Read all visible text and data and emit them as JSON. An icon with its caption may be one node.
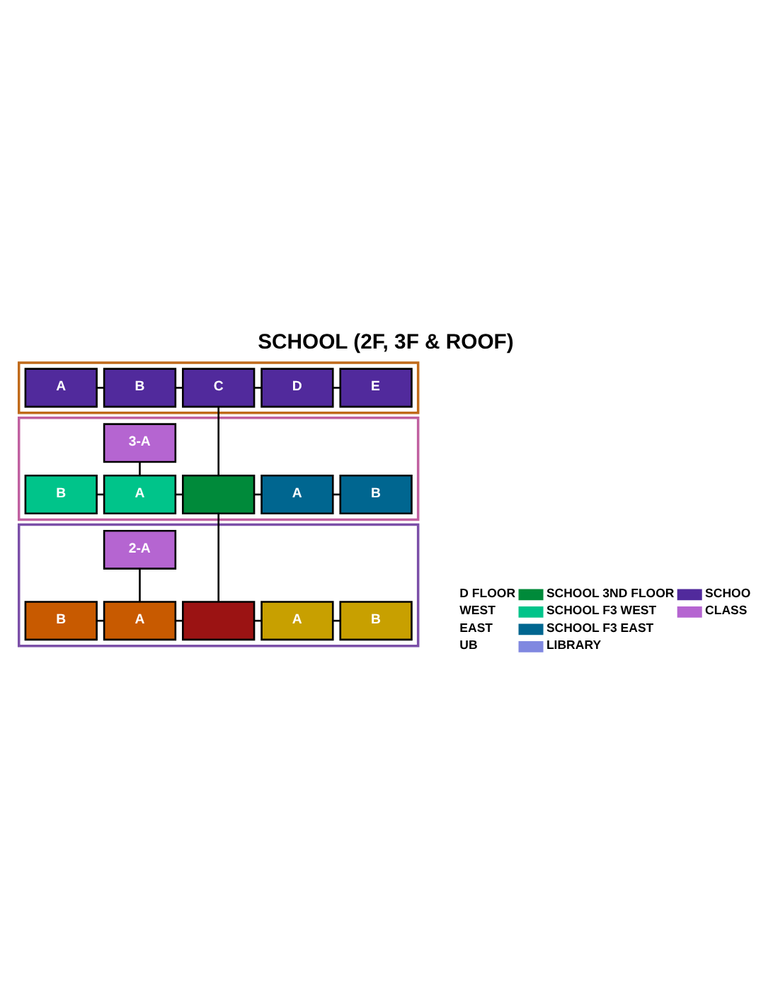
{
  "diagram": {
    "title": "SCHOOL (2F, 3F & ROOF)",
    "nodes": [
      {
        "text": [],
        "shape": "band"
      },
      {
        "text": [
          "A"
        ],
        "in": 0
      },
      {
        "text": [
          "B"
        ],
        "in": 0
      },
      {
        "text": [
          "C"
        ],
        "in": 0
      },
      {
        "text": [
          "D"
        ],
        "in": 0
      },
      {
        "text": [
          "E"
        ],
        "in": 0
      },
      {
        "text": [],
        "shape": "band"
      },
      {
        "text": [
          "3-A"
        ],
        "in": 6
      },
      {
        "text": [
          "B"
        ],
        "in": 6
      },
      {
        "text": [
          "A"
        ],
        "in": 6
      },
      {
        "text": [],
        "shape": "box",
        "in": 6
      },
      {
        "text": [
          "A"
        ],
        "in": 6
      },
      {
        "text": [
          "B"
        ],
        "in": 6
      },
      {
        "text": [],
        "shape": "band"
      },
      {
        "text": [
          "2-A"
        ],
        "in": 13
      },
      {
        "text": [
          "B"
        ],
        "in": 13
      },
      {
        "text": [
          "A"
        ],
        "in": 13
      },
      {
        "text": [],
        "shape": "box",
        "in": 13
      },
      {
        "text": [
          "A"
        ],
        "in": 13
      },
      {
        "text": [
          "B"
        ],
        "in": 13
      }
    ],
    "edges": [
      {
        "from": 1,
        "to": 2,
        "arrow": "none"
      },
      {
        "from": 2,
        "to": 3,
        "arrow": "none"
      },
      {
        "from": 3,
        "to": 4,
        "arrow": "none"
      },
      {
        "from": 4,
        "to": 5,
        "arrow": "none"
      },
      {
        "from": 3,
        "to": 10,
        "arrow": "none"
      },
      {
        "from": 7,
        "to": 9,
        "arrow": "none"
      },
      {
        "from": 8,
        "to": 9,
        "arrow": "none"
      },
      {
        "from": 9,
        "to": 10,
        "arrow": "none"
      },
      {
        "from": 10,
        "to": 11,
        "arrow": "none"
      },
      {
        "from": 11,
        "to": 12,
        "arrow": "none"
      },
      {
        "from": 10,
        "to": 17,
        "arrow": "none"
      },
      {
        "from": 14,
        "to": 16,
        "arrow": "none"
      },
      {
        "from": 15,
        "to": 16,
        "arrow": "none"
      },
      {
        "from": 16,
        "to": 17,
        "arrow": "none"
      },
      {
        "from": 17,
        "to": 18,
        "arrow": "none"
      },
      {
        "from": 18,
        "to": 19,
        "arrow": "none"
      }
    ],
    "legend": [
      {
        "text": "D FLOOR"
      },
      {
        "text": "WEST"
      },
      {
        "text": "EAST"
      },
      {
        "text": "UB"
      },
      {
        "text": "SCHOOL 3ND FLOOR",
        "color": "#008a3a"
      },
      {
        "text": "SCHOOL F3 WEST",
        "color": "#00c48a"
      },
      {
        "text": "SCHOOL F3 EAST",
        "color": "#006690"
      },
      {
        "text": "LIBRARY",
        "color": "#8088e0"
      },
      {
        "text": "SCHOO",
        "color": "#512a9c"
      },
      {
        "text": "CLASS",
        "color": "#b565d1"
      }
    ]
  }
}
